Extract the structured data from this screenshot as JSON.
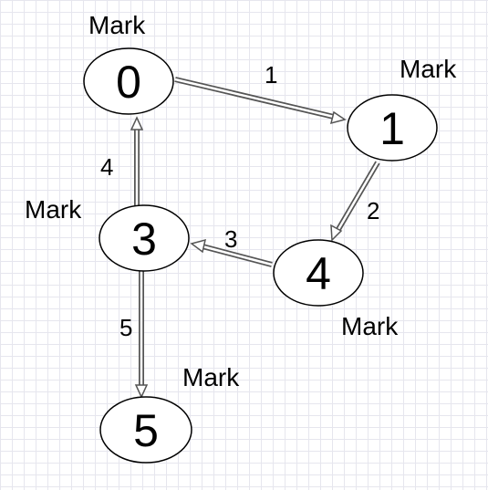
{
  "diagram": {
    "nodes": [
      {
        "id": "0",
        "label": "0",
        "mark": "Mark"
      },
      {
        "id": "1",
        "label": "1",
        "mark": "Mark"
      },
      {
        "id": "3",
        "label": "3",
        "mark": "Mark"
      },
      {
        "id": "4",
        "label": "4",
        "mark": "Mark"
      },
      {
        "id": "5",
        "label": "5",
        "mark": "Mark"
      }
    ],
    "edges": [
      {
        "from": "0",
        "to": "1",
        "label": "1"
      },
      {
        "from": "1",
        "to": "4",
        "label": "2"
      },
      {
        "from": "4",
        "to": "3",
        "label": "3"
      },
      {
        "from": "3",
        "to": "0",
        "label": "4"
      },
      {
        "from": "3",
        "to": "5",
        "label": "5"
      }
    ]
  }
}
